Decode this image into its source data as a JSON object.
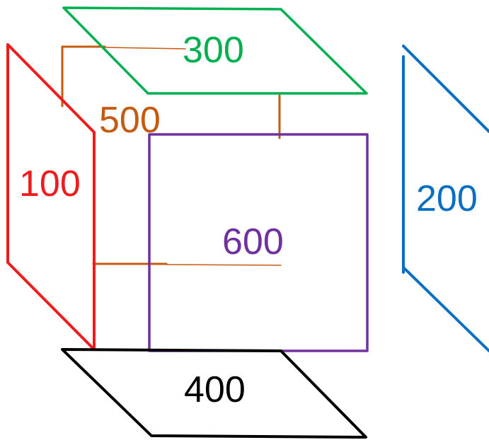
{
  "faces": {
    "left": {
      "label": "100",
      "color": "#ee1c1c"
    },
    "right": {
      "label": "200",
      "color": "#0a6fc2"
    },
    "top": {
      "label": "300",
      "color": "#00b050"
    },
    "bottom": {
      "label": "400",
      "color": "#000000"
    },
    "back": {
      "label": "500",
      "color": "#c55a11"
    },
    "front": {
      "label": "600",
      "color": "#7030a0"
    }
  }
}
